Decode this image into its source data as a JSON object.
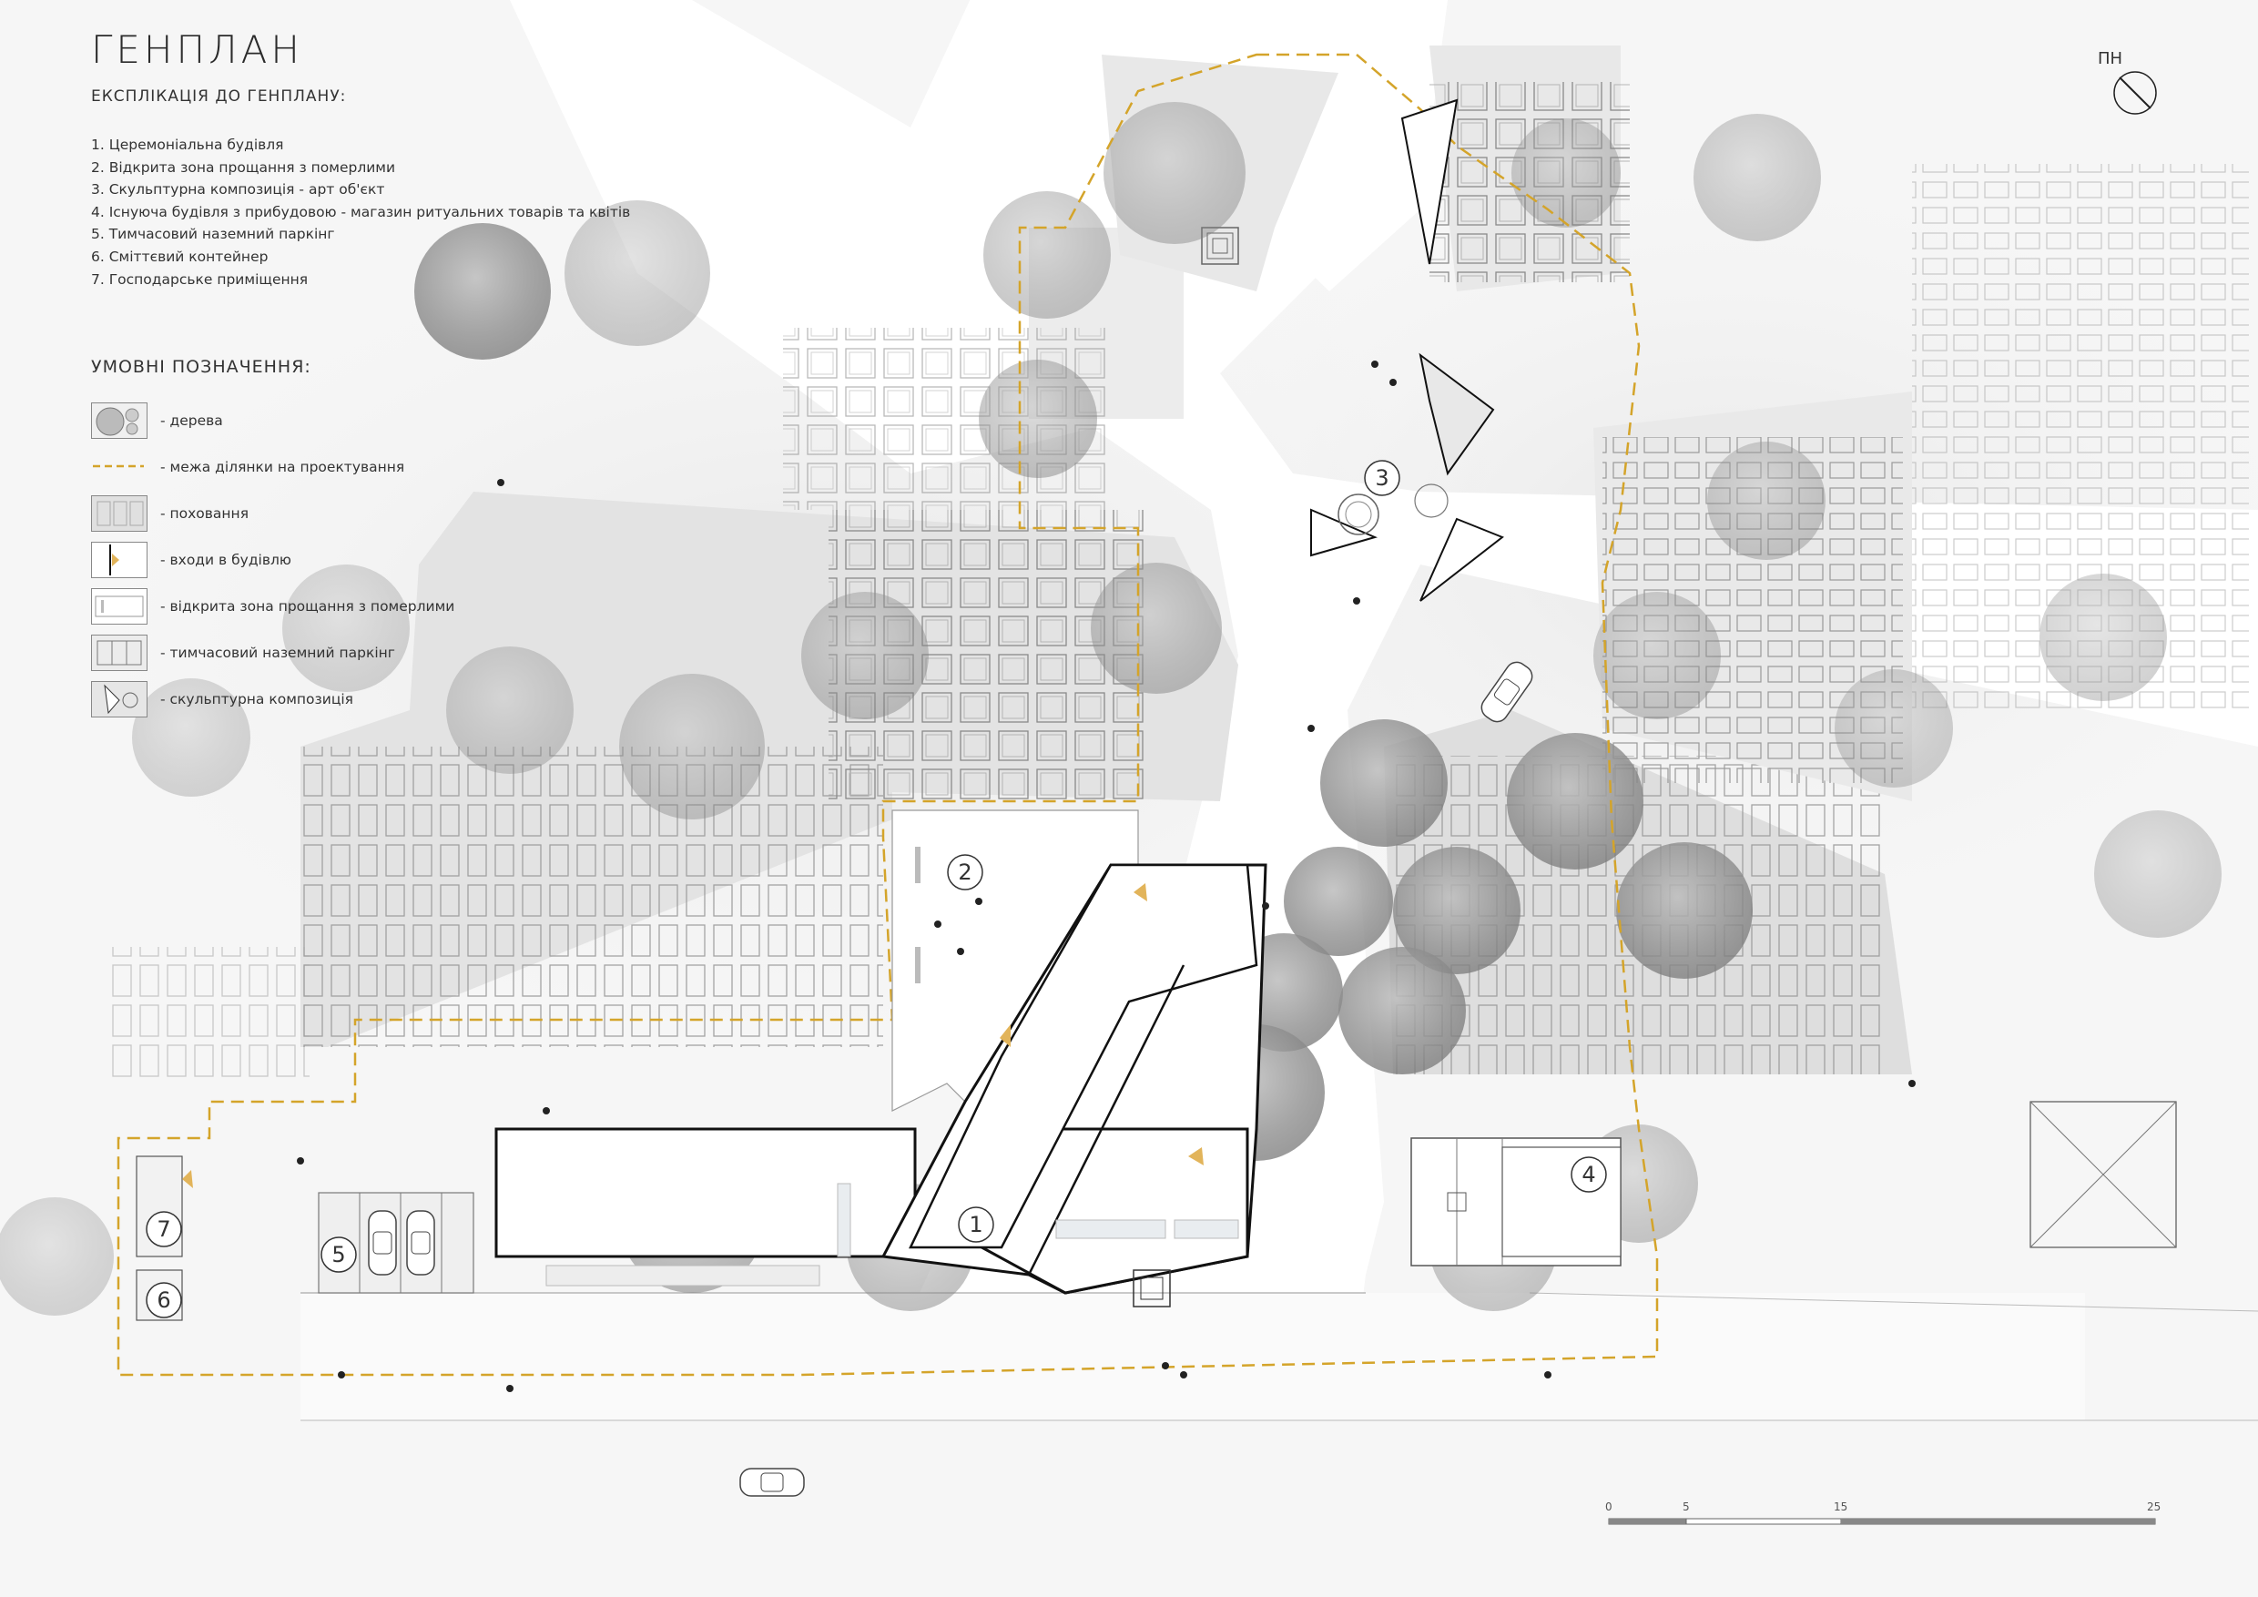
{
  "title": "ГЕНПЛАН",
  "explication": {
    "heading": "ЕКСПЛІКАЦІЯ ДО ГЕНПЛАНУ:",
    "items": [
      "1. Церемоніальна будівля",
      "2. Відкрита зона прощання з померлими",
      "3. Скульптурна композиція - арт об'єкт",
      "4. Існуюча будівля з прибудовою - магазин ритуальних товарів та квітів",
      "5. Тимчасовий наземний паркінг",
      "6. Сміттєвий контейнер",
      "7. Господарське приміщення"
    ]
  },
  "legend": {
    "heading": "УМОВНІ ПОЗНАЧЕННЯ:",
    "items": [
      {
        "label": "- дерева",
        "swatch": "trees"
      },
      {
        "label": "- межа ділянки на проектування",
        "swatch": "boundary"
      },
      {
        "label": "- поховання",
        "swatch": "burials"
      },
      {
        "label": "- входи в будівлю",
        "swatch": "entrances"
      },
      {
        "label": "- відкрита зона прощання з померлими",
        "swatch": "farewell-zone"
      },
      {
        "label": "- тимчасовий наземний паркінг",
        "swatch": "parking"
      },
      {
        "label": "- скульптурна композиція",
        "swatch": "sculpture"
      }
    ]
  },
  "north": {
    "label": "ПН"
  },
  "scale_bar": {
    "labels": [
      "0",
      "5",
      "15",
      "25"
    ]
  },
  "markers": [
    "1",
    "2",
    "3",
    "4",
    "5",
    "6",
    "7"
  ],
  "colors": {
    "boundary": "#d4a42a",
    "entrance": "#e2b45a",
    "tree": "#9a9a9a",
    "building_outline": "#111111",
    "ground": "#ebebeb"
  },
  "icons": [
    "north-arrow-icon",
    "car-icon",
    "person-icon",
    "tree-icon"
  ]
}
